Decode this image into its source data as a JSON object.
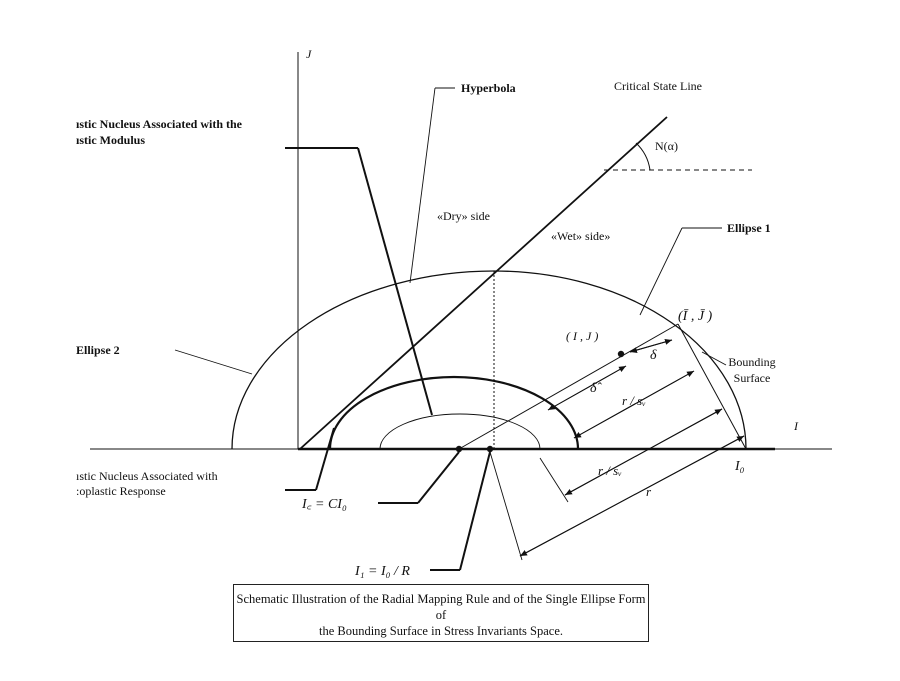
{
  "labels": {
    "axis_j": "J",
    "axis_i": "I",
    "hyperbola": "Hyperbola",
    "critical_state_line": "Critical State Line",
    "n_alpha": "N(α)",
    "elastic_nucleus_line1": "ıstic Nucleus Associated with the",
    "elastic_nucleus_line2": "ıstic Modulus",
    "dry_side": "«Dry» side",
    "wet_side": "«Wet» side»",
    "ellipse1": "Ellipse 1",
    "ellipse2": "Ellipse 2",
    "bar_ij": "(Ī , J̄ )",
    "ij": "( I , J )",
    "delta": "δ",
    "delta_hat": "δ̂",
    "r_sv_1": "r / sᵥ",
    "r_sv_2": "r / sᵥ",
    "r": "r",
    "i0": "I₀",
    "bounding_surface_line1": "Bounding",
    "bounding_surface_line2": "Surface",
    "viscoplastic_line1": "ıstic Nucleus Associated with",
    "viscoplastic_line2": ":oplastic Response",
    "ic": "I꜀ = CI₀",
    "i1": "I₁ = I₀ / R"
  },
  "caption": {
    "line1": "Schematic Illustration of the Radial Mapping Rule and of the Single Ellipse Form of",
    "line2": "the Bounding Surface in Stress Invariants Space."
  }
}
